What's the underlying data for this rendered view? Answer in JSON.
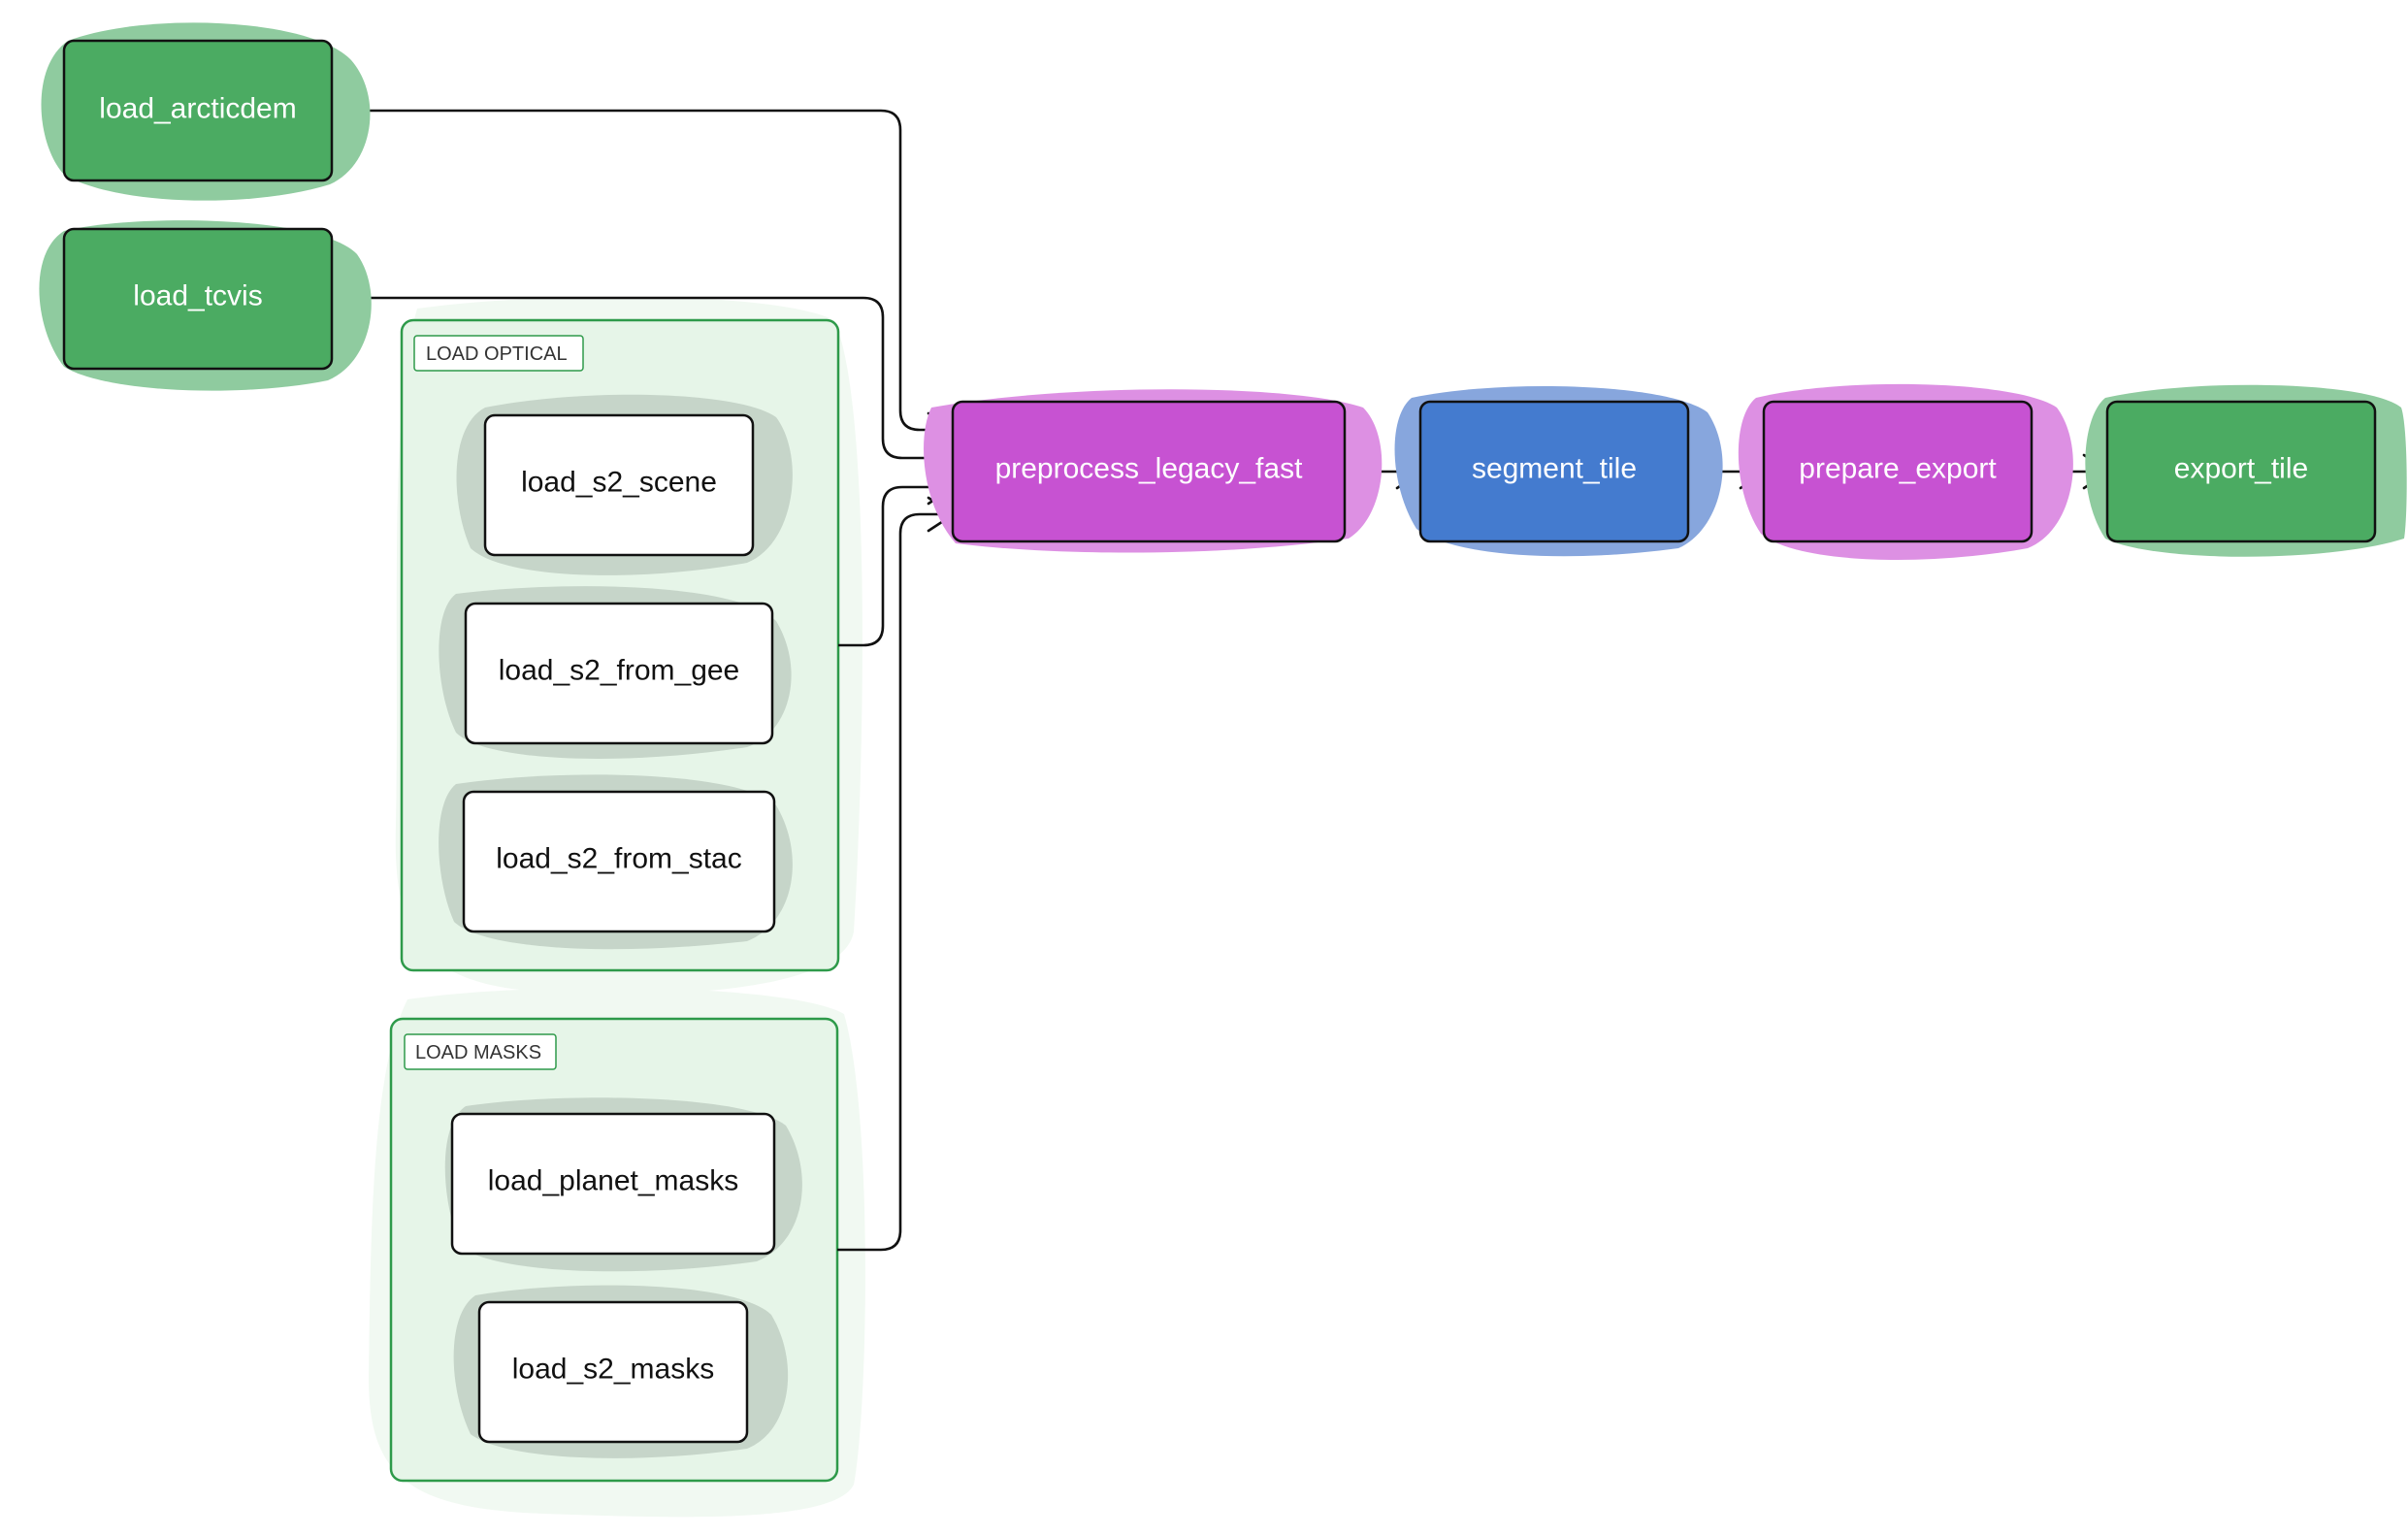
{
  "colors": {
    "green_node": "#4bab62",
    "green_blob": "#8fcb9f",
    "magenta_node": "#c752d2",
    "magenta_blob": "#dd90e3",
    "blue_node": "#447bcf",
    "blue_blob": "#87a6dd",
    "gray_blob": "#c6d5c9",
    "group_fill": "#e6f5e8",
    "group_border": "#2e9a4a",
    "group_halo": "#f1f9f2"
  },
  "groups": {
    "load_optical": {
      "label": "LOAD OPTICAL"
    },
    "load_masks": {
      "label": "LOAD MASKS"
    }
  },
  "nodes": {
    "load_arcticdem": {
      "label": "load_arcticdem"
    },
    "load_tcvis": {
      "label": "load_tcvis"
    },
    "load_s2_scene": {
      "label": "load_s2_scene"
    },
    "load_s2_from_gee": {
      "label": "load_s2_from_gee"
    },
    "load_s2_from_stac": {
      "label": "load_s2_from_stac"
    },
    "load_planet_masks": {
      "label": "load_planet_masks"
    },
    "load_s2_masks": {
      "label": "load_s2_masks"
    },
    "preprocess_legacy_fast": {
      "label": "preprocess_legacy_fast"
    },
    "segment_tile": {
      "label": "segment_tile"
    },
    "prepare_export": {
      "label": "prepare_export"
    },
    "export_tile": {
      "label": "export_tile"
    }
  }
}
